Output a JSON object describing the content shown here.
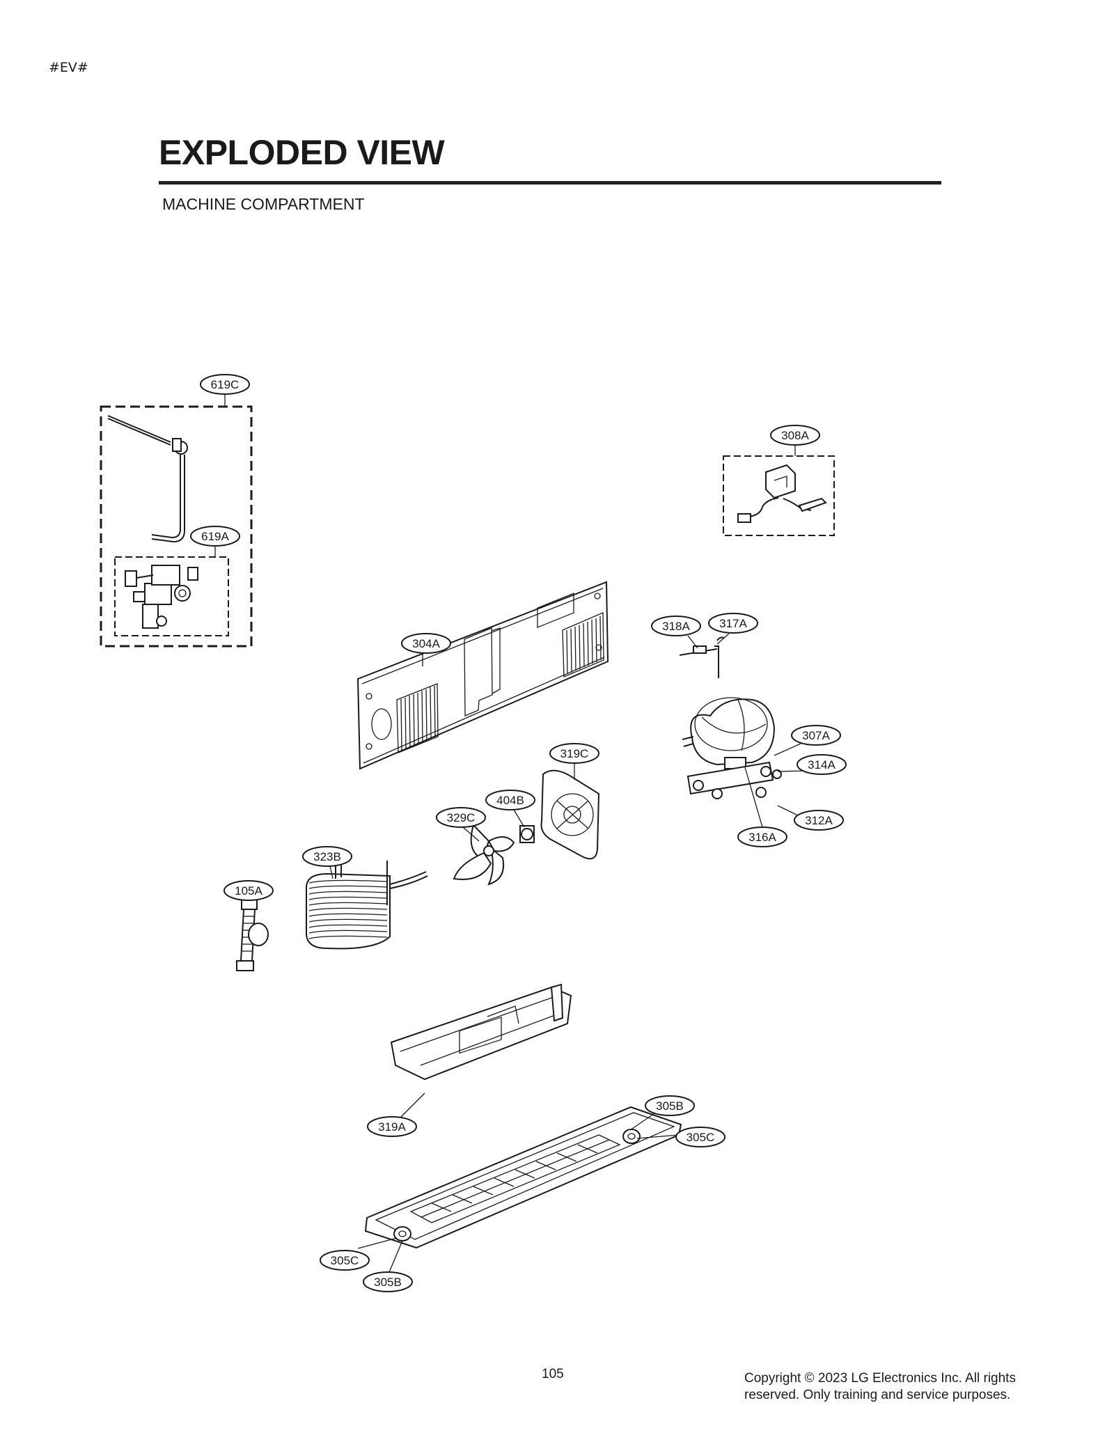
{
  "page": {
    "tag": "#EV#",
    "title": "EXPLODED VIEW",
    "subtitle": "MACHINE COMPARTMENT",
    "page_number": "105",
    "copyright_line1": "Copyright © 2023 LG Electronics Inc. All rights",
    "copyright_line2": "reserved. Only training and service purposes."
  },
  "callouts": {
    "c619C": "619C",
    "c619A": "619A",
    "c308A": "308A",
    "c304A": "304A",
    "c318A": "318A",
    "c317A": "317A",
    "c307A": "307A",
    "c314A": "314A",
    "c312A": "312A",
    "c316A": "316A",
    "c319C": "319C",
    "c404B": "404B",
    "c329C": "329C",
    "c323B": "323B",
    "c105A": "105A",
    "c319A": "319A",
    "c305B_top": "305B",
    "c305C_top": "305C",
    "c305C_bottom": "305C",
    "c305B_bottom": "305B"
  }
}
